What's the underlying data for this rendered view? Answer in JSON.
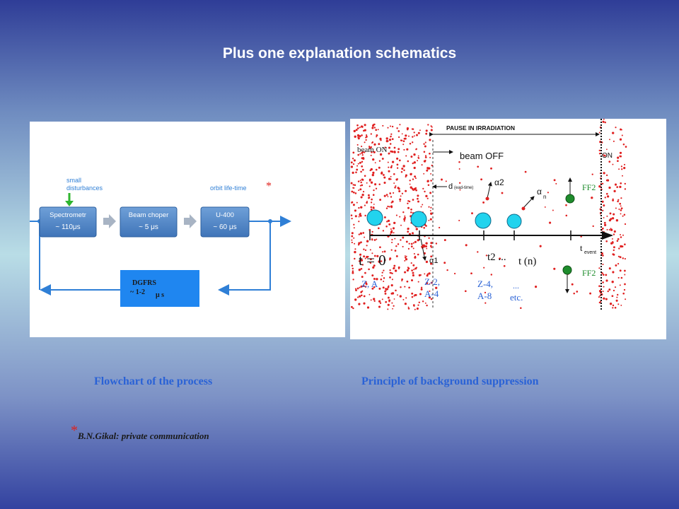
{
  "slide": {
    "title": "Plus one explanation schematics",
    "caption_left": "Flowchart of the process",
    "caption_right": "Principle of background suppression",
    "footnote_mark": "*",
    "footnote_text": "B.N.Gikal: private communication"
  },
  "flowchart": {
    "disturbance_label_1": "small",
    "disturbance_label_2": "disturbances",
    "orbit_label": "orbit life-time",
    "star": "*",
    "boxes": [
      {
        "name": "Spectrometr",
        "time": "~ 110μs"
      },
      {
        "name": "Beam choper",
        "time": "~ 5 μs"
      },
      {
        "name": "U-400",
        "time": "~ 60 μs"
      }
    ],
    "dgfrs_name": "DGFRS",
    "dgfrs_time": "~ 1-2",
    "dgfrs_unit": "μ s",
    "colors": {
      "box": "#4f86c6",
      "line": "#2f7fd6",
      "dgfrs": "#1f86f0",
      "arrow_green": "#2fb52f"
    }
  },
  "suppression": {
    "pause_label": "PAUSE IN IRRADIATION",
    "beam_on": "beam ON",
    "beam_off": "beam OFF",
    "on_right": "ON",
    "dead_time_d": "d",
    "dead_time_sub": "(ead-time)",
    "alpha_2": "α2",
    "alpha_n": "α",
    "alpha_n_sub": "n",
    "alpha_1": "α1",
    "ff2_top": "FF2",
    "ff2_bottom": "FF2",
    "t0": "t = 0",
    "t2": "t2 ...",
    "tn": "t (n)",
    "t_event": "t",
    "t_event_sub": "event",
    "label_za": "Z, A",
    "label_z2_1": "Z-2,",
    "label_z2_2": "A-4",
    "label_z4_1": "Z-4,",
    "label_z4_2": "A-8",
    "label_dots": "...",
    "label_etc": "etc.",
    "colors": {
      "ion": "#22d3ee",
      "ff": "#1e8c2c",
      "dot": "#e02020"
    }
  }
}
